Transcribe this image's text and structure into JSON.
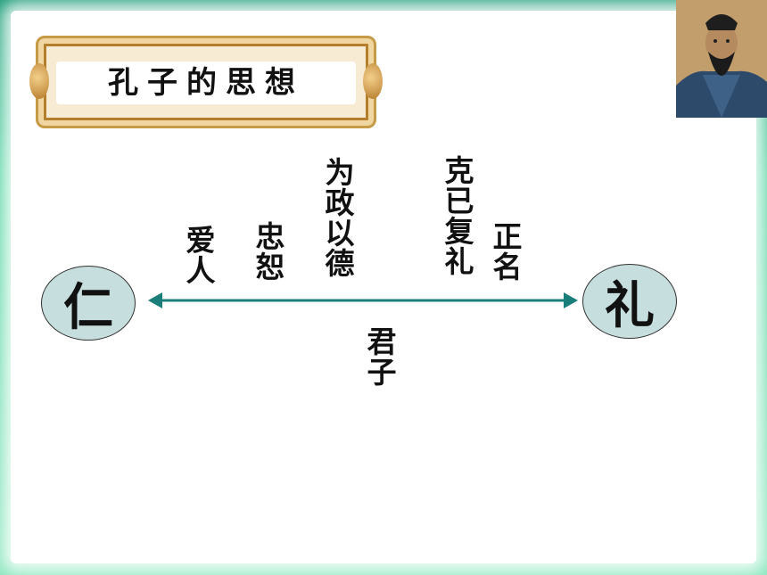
{
  "title": "孔子的思想",
  "nodes": {
    "left": "仁",
    "right": "礼"
  },
  "labels": {
    "ai_ren": "爱人",
    "zhong_shu": "忠恕",
    "wei_zheng_yi_de": "为政以德",
    "ke_ji_fu_li": "克已复礼",
    "zheng_ming": "正名",
    "jun_zi": "君子"
  },
  "colors": {
    "arrow": "#1a7f7a",
    "node_fill": "#c6dede",
    "frame_green": "#1a9a76"
  }
}
